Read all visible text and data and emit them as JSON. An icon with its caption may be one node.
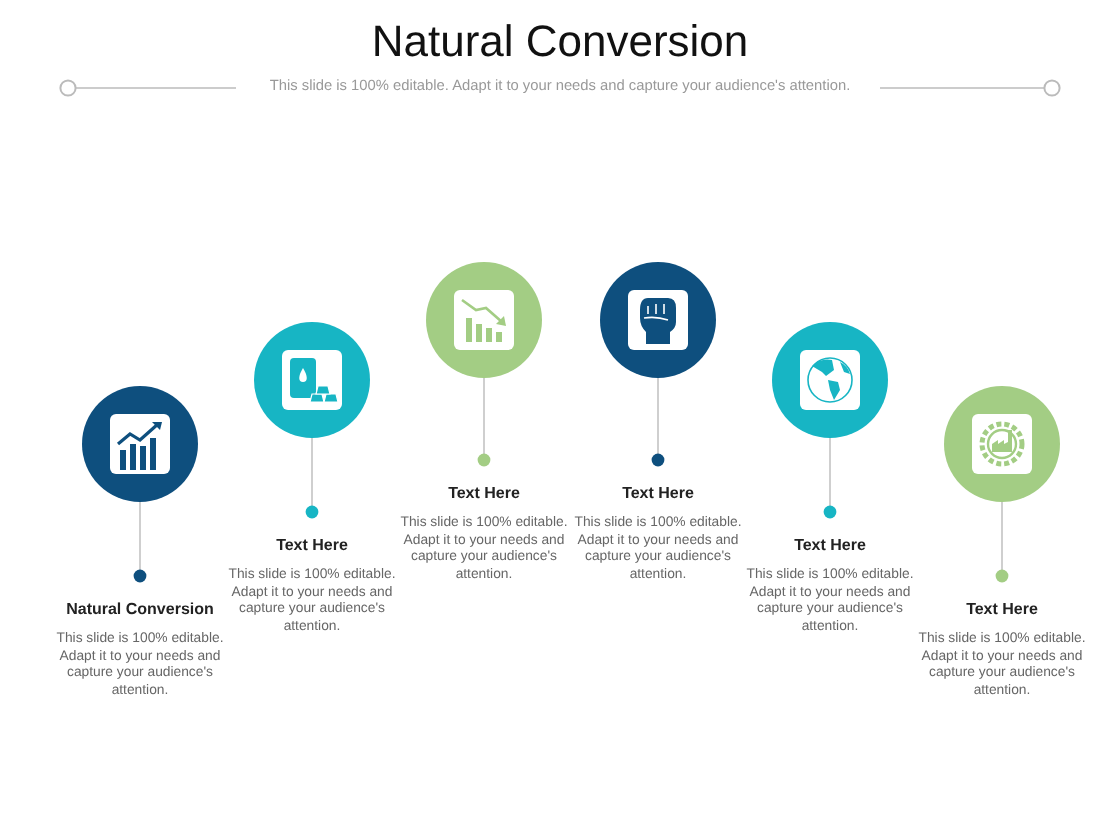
{
  "diagram": {
    "title": "Natural Conversion",
    "nodes": [
      {
        "text": [],
        "shape": "circle"
      },
      {
        "text": [],
        "shape": "circle"
      },
      {
        "text": [],
        "shape": "circle"
      },
      {
        "text": [],
        "shape": "circle"
      },
      {
        "text": [],
        "shape": "circle"
      },
      {
        "text": [],
        "shape": "circle"
      },
      {
        "text": [
          "Natural Conversion",
          "This slide is 100% editable. Adapt it to your needs and capture your audience's attention."
        ]
      },
      {
        "text": [
          "Text Here",
          "This slide is 100% editable. Adapt it to your needs and capture your audience's attention."
        ]
      },
      {
        "text": [
          "Text Here",
          "This slide is 100% editable. Adapt it to your needs and capture your audience's attention."
        ]
      },
      {
        "text": [
          "Text Here",
          "This slide is 100% editable. Adapt it to your needs and capture your audience's attention."
        ]
      },
      {
        "text": [
          "Text Here",
          "This slide is 100% editable. Adapt it to your needs and capture your audience's attention."
        ]
      },
      {
        "text": [
          "Text Here",
          "This slide is 100% editable. Adapt it to your needs and capture your audience's attention."
        ]
      }
    ],
    "edges": [
      {
        "from": 0,
        "to": 6,
        "arrow": "other"
      },
      {
        "from": 1,
        "to": 7,
        "arrow": "other"
      },
      {
        "from": 2,
        "to": 8,
        "arrow": "other"
      },
      {
        "from": 3,
        "to": 9,
        "arrow": "other"
      },
      {
        "from": 4,
        "to": 10,
        "arrow": "other"
      },
      {
        "from": 5,
        "to": 11,
        "arrow": "other"
      }
    ],
    "labels": [
      "This slide is 100% editable. Adapt it to your needs and capture your audience's attention."
    ]
  }
}
